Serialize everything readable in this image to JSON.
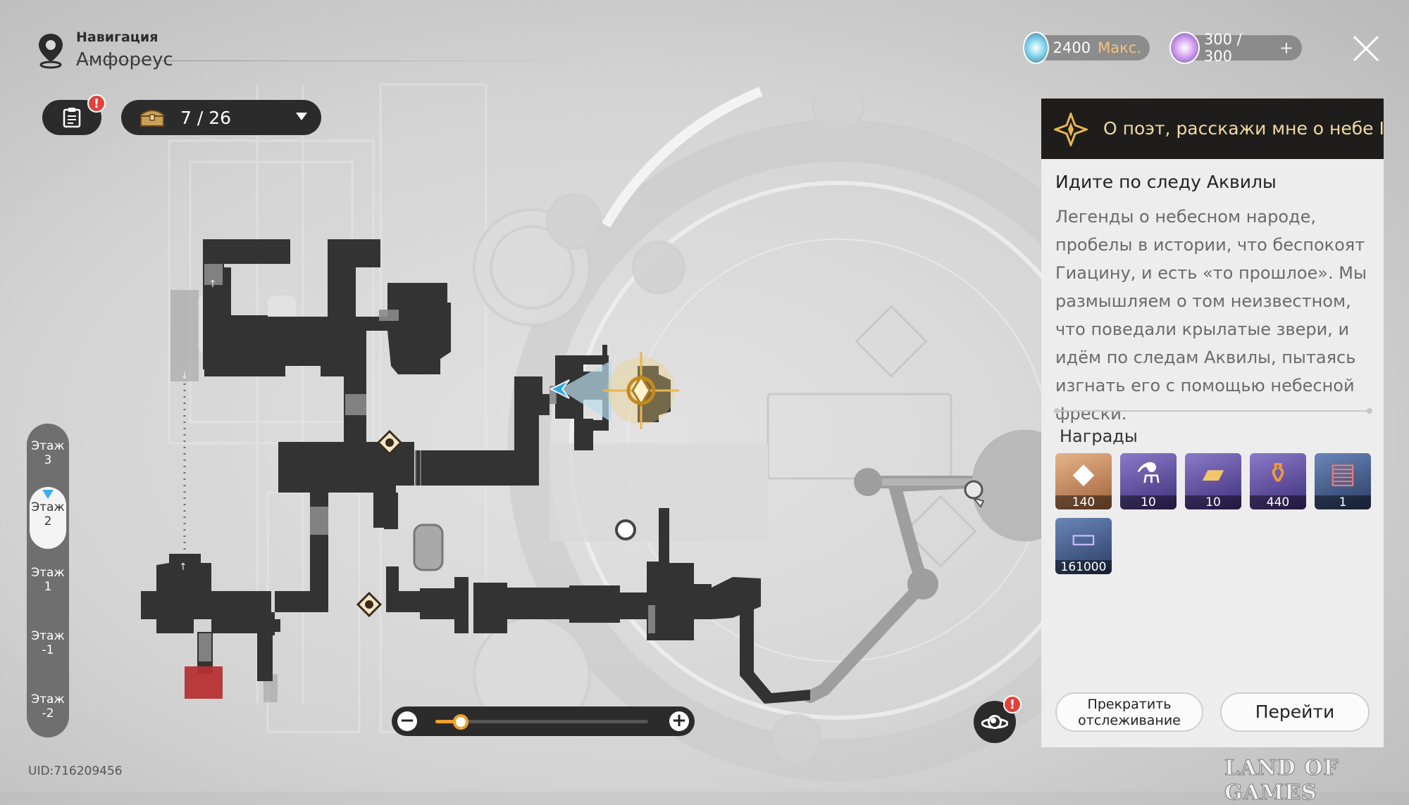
{
  "header": {
    "nav_title": "Навигация",
    "location": "Амфореус",
    "resource1": {
      "icon": "stellar-jade-icon",
      "value": "2400",
      "suffix": "Макс."
    },
    "resource2": {
      "icon": "trailblaze-power-icon",
      "value": "300 / 300",
      "plus": "+"
    },
    "close_icon": "close-icon"
  },
  "top_controls": {
    "quest_icon": "clipboard-icon",
    "alert": "!",
    "chest_counter": "7 / 26"
  },
  "floors": {
    "items": [
      {
        "label": "Этаж 3",
        "line1": "Этаж",
        "line2": "3"
      },
      {
        "label": "Этаж 2",
        "line1": "Этаж",
        "line2": "2",
        "active": true
      },
      {
        "label": "Этаж 1",
        "line1": "Этаж",
        "line2": "1"
      },
      {
        "label": "Этаж -1",
        "line1": "Этаж",
        "line2": "-1"
      },
      {
        "label": "Этаж -2",
        "line1": "Этаж",
        "line2": "-2"
      }
    ]
  },
  "zoom": {
    "minus": "−",
    "plus": "+",
    "level": 0.12
  },
  "uid": "UID:716209456",
  "watermark": "LAND OF GAMES",
  "quest_panel": {
    "quest_title": "О поэт, расскажи мне о небе I",
    "mission_title": "Идите по следу Аквилы",
    "description": "Легенды о небесном народе, пробелы в истории, что беспокоят Гиацину, и есть «то прошлое». Мы размышляем о том неизвестном, что поведали крылатые звери, и идём по следам Аквилы, пытаясь изгнать его с помощью небесной фрески.",
    "rewards_title": "Награды",
    "rewards": [
      {
        "icon": "crystal-icon",
        "qty": "140",
        "color": "#c98a55"
      },
      {
        "icon": "lantern-icon",
        "qty": "10",
        "color": "#6d5ea8"
      },
      {
        "icon": "gold-ingot-icon",
        "qty": "10",
        "color": "#6d5ea8"
      },
      {
        "icon": "potion-icon",
        "qty": "440",
        "color": "#6d5ea8"
      },
      {
        "icon": "book-icon",
        "qty": "1",
        "color": "#3f5a8a"
      },
      {
        "icon": "credit-card-icon",
        "qty": "161000",
        "color": "#3f5a8a"
      }
    ],
    "stop_button_line1": "Прекратить",
    "stop_button_line2": "отслеживание",
    "go_button": "Перейти"
  },
  "map": {
    "player_marker_icon": "player-arrow-icon",
    "quest_marker_icon": "quest-target-icon",
    "space_anchor_icons": [
      "space-anchor-icon",
      "space-anchor-icon"
    ],
    "teleport_icon": "teleport-icon"
  }
}
